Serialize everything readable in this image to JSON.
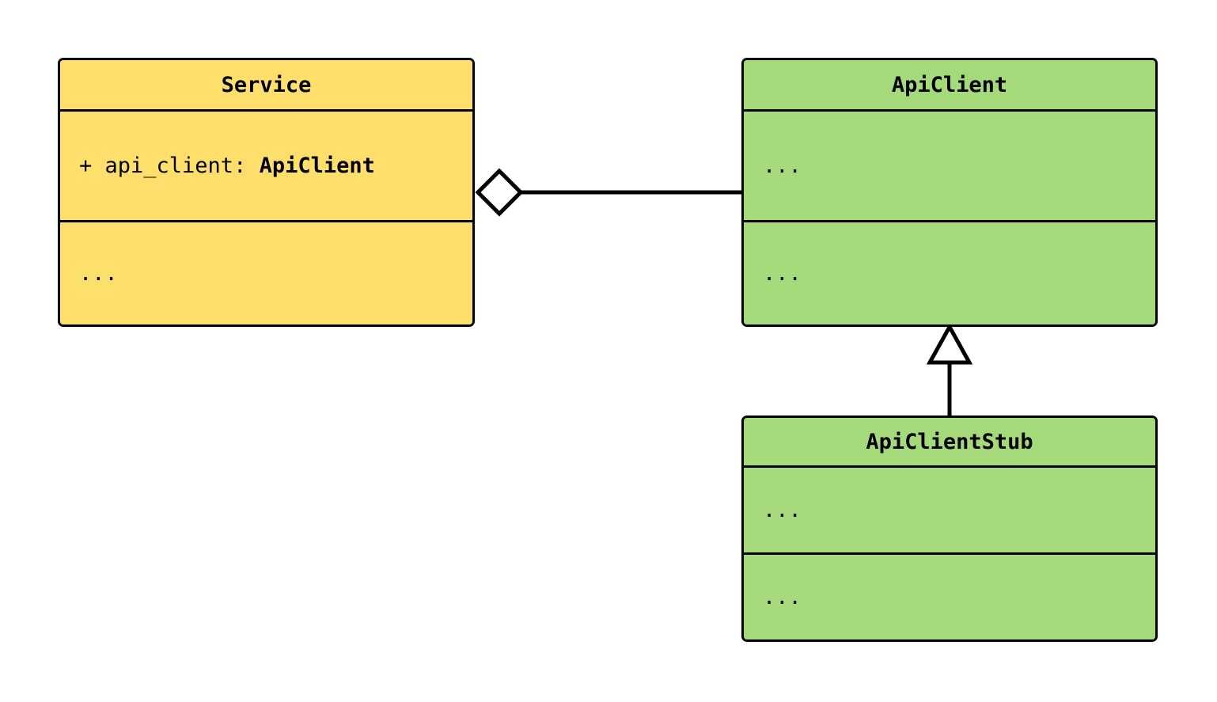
{
  "diagram": {
    "type": "uml-class-diagram",
    "background": "#ffffff",
    "stroke_color": "#000000",
    "classes": [
      {
        "id": "service",
        "name": "Service",
        "fill": "#ffdf6c",
        "attributes": [
          "+ api_client: ApiClient"
        ],
        "attribute_parts": {
          "prefix": "+ api_client: ",
          "type": "ApiClient"
        },
        "methods": [
          "..."
        ]
      },
      {
        "id": "api-client",
        "name": "ApiClient",
        "fill": "#a5da7a",
        "attributes": [
          "..."
        ],
        "methods": [
          "..."
        ]
      },
      {
        "id": "api-client-stub",
        "name": "ApiClientStub",
        "fill": "#a5da7a",
        "attributes": [
          "..."
        ],
        "methods": [
          "..."
        ]
      }
    ],
    "relationships": [
      {
        "id": "service-aggregates-api-client",
        "type": "aggregation",
        "marker": "hollow-diamond",
        "from": "service",
        "to": "api-client",
        "label": ""
      },
      {
        "id": "api-client-stub-inherits-api-client",
        "type": "generalization",
        "marker": "hollow-triangle",
        "from": "api-client-stub",
        "to": "api-client",
        "label": ""
      }
    ]
  }
}
